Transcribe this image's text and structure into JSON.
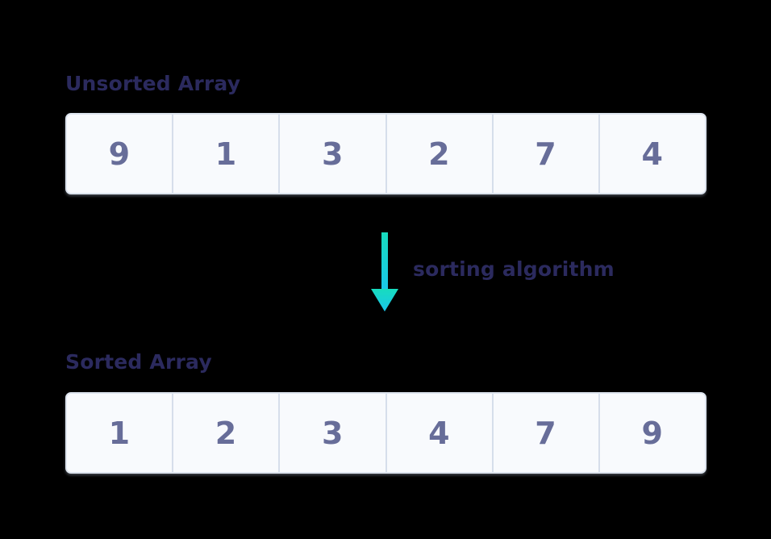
{
  "background_color": "#000000",
  "palette": {
    "heading_text": "#2b2a5e",
    "cell_value_text": "#676d99",
    "cell_fill": "#f8fafd",
    "strip_border": "#dde4ee",
    "cell_divider": "#d6deeb",
    "arrow_gradient_top": "#17dcbe",
    "arrow_gradient_bottom": "#1ac6ec"
  },
  "unsorted": {
    "heading": "Unsorted Array",
    "values": [
      "9",
      "1",
      "3",
      "2",
      "7",
      "4"
    ]
  },
  "sorted": {
    "heading": "Sorted Array",
    "values": [
      "1",
      "2",
      "3",
      "4",
      "7",
      "9"
    ]
  },
  "transform": {
    "label": "sorting algorithm",
    "arrow_icon": "arrow-down-icon",
    "arrow_direction": "down"
  }
}
